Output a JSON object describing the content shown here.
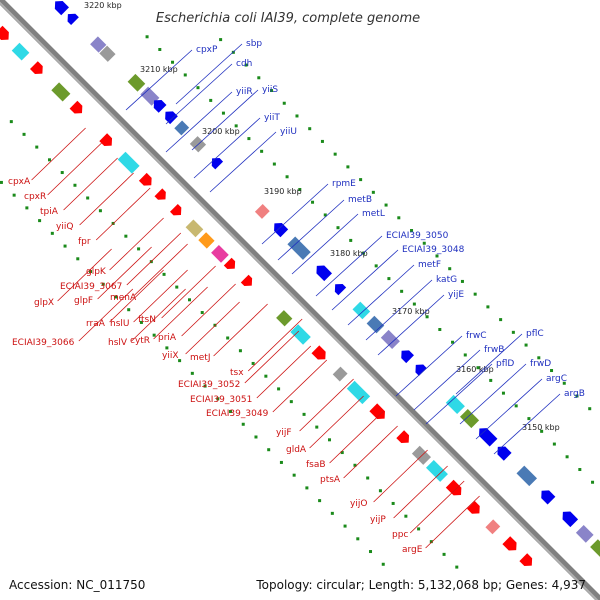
{
  "title": "Escherichia coli IAI39, complete genome",
  "accession": "Accession: NC_011750",
  "topology": "Topology: circular; Length: 5,132,068 bp; Genes: 4,937",
  "colors": {
    "label_top": "#1f2fbf",
    "label_bottom": "#cc1111",
    "backbone": "#808080",
    "gene_forward": "#ff0000",
    "gene_reverse": "#0000ee",
    "cog_cyan": "#2fd9e6",
    "cog_steel": "#4a7ab5",
    "cog_lavender": "#8a84c9",
    "cog_green": "#6c9a2c",
    "tick": "#1a8a1a"
  },
  "scale_labels": [
    "3220 kbp",
    "3210 kbp",
    "3200 kbp",
    "3190 kbp",
    "3180 kbp",
    "3170 kbp",
    "3160 kbp",
    "3150 kbp"
  ],
  "genes_top": [
    "cpxP",
    "sbp",
    "cdh",
    "yiiR",
    "yiiS",
    "yiiT",
    "yiiU",
    "rpmE",
    "metB",
    "metL",
    "ECIAI39_3050",
    "ECIAI39_3048",
    "metF",
    "katG",
    "yijE",
    "frwC",
    "frwB",
    "pflD",
    "pflC",
    "frwD",
    "argC",
    "argB"
  ],
  "genes_bottom": [
    "cpxA",
    "cpxR",
    "tpiA",
    "yiiQ",
    "fpr",
    "glpK",
    "ECIAI39_3067",
    "glpF",
    "glpX",
    "menA",
    "rraA",
    "hslU",
    "ftsN",
    "hslV",
    "cytR",
    "priA",
    "ECIAI39_3066",
    "yiiX",
    "metJ",
    "tsx",
    "ECIAI39_3052",
    "ECIAI39_3051",
    "ECIAI39_3049",
    "yijF",
    "gldA",
    "fsaB",
    "ptsA",
    "yijO",
    "yijP",
    "ppc",
    "argE"
  ]
}
